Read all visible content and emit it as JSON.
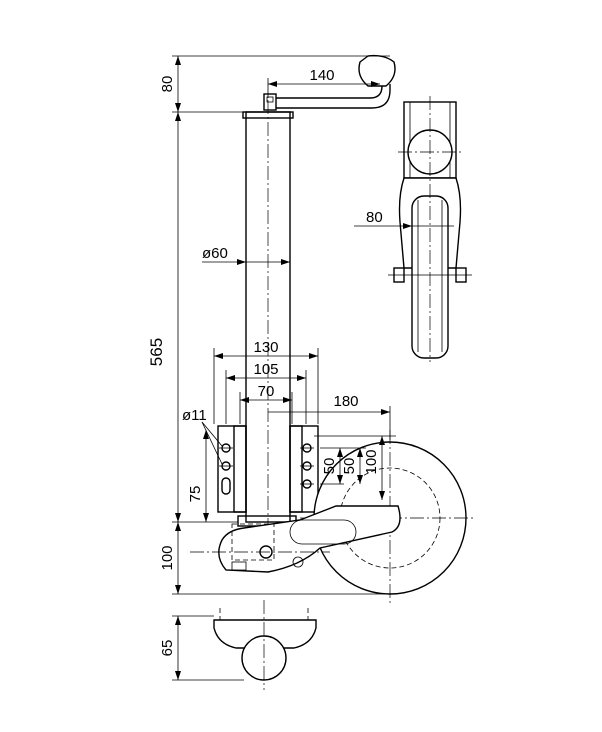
{
  "dimensions": {
    "top_height": "80",
    "crank_length": "140",
    "tube_length": "565",
    "tube_diameter": "ø60",
    "wheel_width": "80",
    "plate_width_outer": "130",
    "plate_width_mid": "105",
    "plate_width_inner": "70",
    "wheel_offset": "180",
    "hole_diameter": "ø11",
    "plate_hole_spacing": "75",
    "hole_spacing_a": "50",
    "hole_spacing_b": "50",
    "wheel_diameter": "100",
    "bottom_height": "100",
    "clamp_height": "65"
  }
}
